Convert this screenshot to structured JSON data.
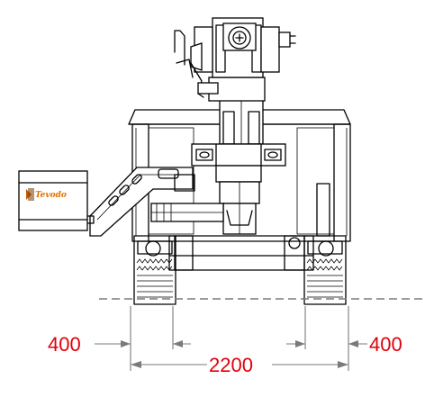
{
  "dimensions": {
    "left_track": "400",
    "right_track": "400",
    "overall_width": "2200"
  },
  "logo": {
    "brand": "Tevodo"
  },
  "colors": {
    "dimension_text": "#e0000a",
    "dimension_line": "#7a7a7a",
    "logo_text": "#e07000",
    "logo_mark": "#c85a00"
  }
}
